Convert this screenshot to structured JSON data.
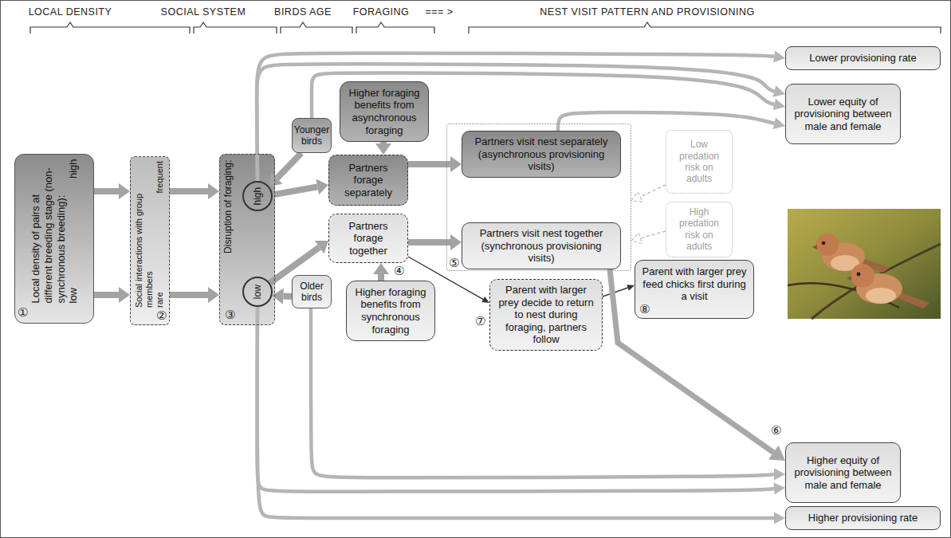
{
  "diagram": {
    "nodes": [
      {
        "text": [
          "Local density of pairs at different breeding stage (non-synchronous breeding):",
          "high",
          "low"
        ]
      },
      {
        "text": [
          "Social interactions with group members",
          "frequent",
          "rare"
        ]
      },
      {
        "text": [
          "Disruption of foraging:"
        ]
      },
      {
        "text": [
          "high"
        ],
        "in": 2
      },
      {
        "text": [
          "low"
        ],
        "in": 2
      },
      {
        "text": [
          "Younger birds"
        ]
      },
      {
        "text": [
          "Higher foraging benefits from asynchronous foraging"
        ]
      },
      {
        "text": [
          "Partners forage separately"
        ]
      },
      {
        "text": [
          "Partners forage together"
        ]
      },
      {
        "text": [
          "Older birds"
        ]
      },
      {
        "text": [
          "Higher foraging benefits from synchronous foraging"
        ]
      },
      {
        "text": [
          "⑤"
        ]
      },
      {
        "text": [
          "Partners visit nest separately (asynchronous provisioning visits)"
        ],
        "in": 11
      },
      {
        "text": [
          "Partners visit nest together (synchronous provisioning visits)"
        ],
        "in": 11
      },
      {
        "text": [
          "Low predation risk on adults"
        ]
      },
      {
        "text": [
          "High predation risk on adults"
        ]
      },
      {
        "text": [
          "Parent with larger prey decide to return to nest during foraging, partners follow"
        ]
      },
      {
        "text": [
          "Parent with larger prey feed chicks first during a visit"
        ]
      },
      {
        "text": [
          "Lower provisioning rate"
        ]
      },
      {
        "text": [
          "Lower equity of provisioning between male and female"
        ]
      },
      {
        "text": [
          "Higher equity of provisioning between male and female"
        ]
      },
      {
        "text": [
          "Higher provisioning rate"
        ]
      }
    ],
    "edges": [
      {
        "from": 0,
        "to": 1,
        "arrow": "to"
      },
      {
        "from": 0,
        "to": 1,
        "arrow": "to"
      },
      {
        "from": 1,
        "to": 2,
        "arrow": "to"
      },
      {
        "from": 1,
        "to": 2,
        "arrow": "to"
      },
      {
        "from": 5,
        "to": 3,
        "arrow": "to"
      },
      {
        "from": 9,
        "to": 4,
        "arrow": "to"
      },
      {
        "from": 3,
        "to": 7,
        "arrow": "to"
      },
      {
        "from": 4,
        "to": 8,
        "arrow": "to"
      },
      {
        "from": 6,
        "to": 7,
        "arrow": "to"
      },
      {
        "from": 10,
        "to": 8,
        "arrow": "to"
      },
      {
        "from": 7,
        "to": 12,
        "arrow": "to"
      },
      {
        "from": 8,
        "to": 13,
        "arrow": "to"
      },
      {
        "from": 14,
        "to": 11,
        "arrow": "to"
      },
      {
        "from": 15,
        "to": 11,
        "arrow": "to"
      },
      {
        "from": 8,
        "to": 16,
        "arrow": "to"
      },
      {
        "from": 16,
        "to": 17,
        "arrow": "to"
      },
      {
        "from": 3,
        "to": 18,
        "arrow": "to"
      },
      {
        "from": 3,
        "to": 19,
        "arrow": "to"
      },
      {
        "from": 5,
        "to": 19,
        "arrow": "to"
      },
      {
        "from": 12,
        "to": 19,
        "arrow": "to"
      },
      {
        "from": 13,
        "to": 20,
        "arrow": "to"
      },
      {
        "from": 9,
        "to": 20,
        "arrow": "to"
      },
      {
        "from": 4,
        "to": 20,
        "arrow": "to"
      },
      {
        "from": 4,
        "to": 21,
        "arrow": "to"
      }
    ],
    "labels": [
      "LOCAL DENSITY",
      "SOCIAL SYSTEM",
      "BIRDS AGE",
      "FORAGING",
      "=== >",
      "NEST VISIT PATTERN AND PROVISIONING",
      "①",
      "②",
      "③",
      "④",
      "⑥",
      "⑦",
      "⑧"
    ]
  }
}
